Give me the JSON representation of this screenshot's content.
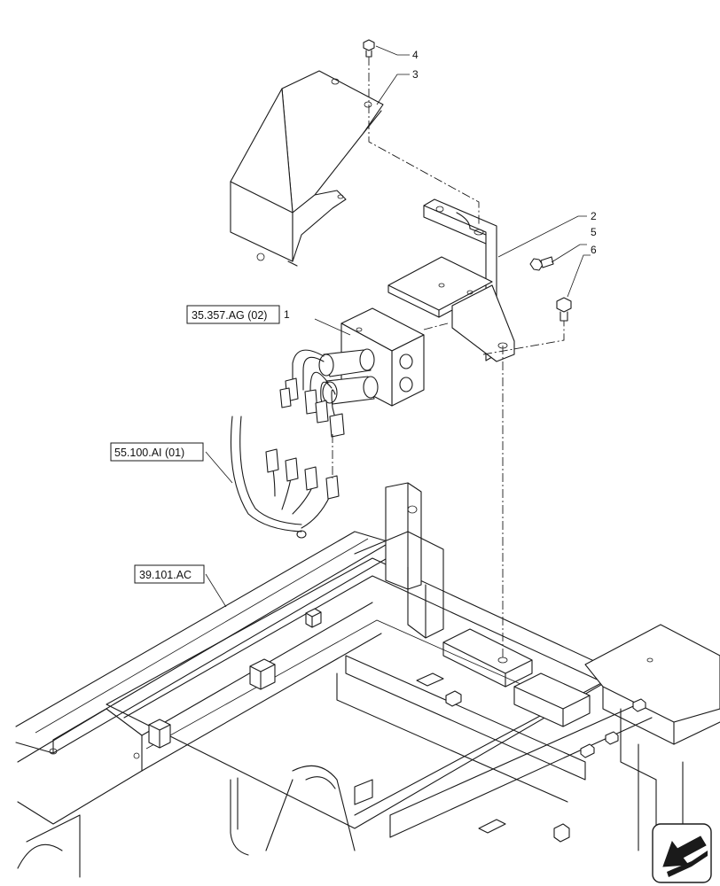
{
  "diagram": {
    "callouts": {
      "c1": "1",
      "c2": "2",
      "c3": "3",
      "c4": "4",
      "c5": "5",
      "c6": "6"
    },
    "references": {
      "r1": "35.357.AG (02)",
      "r2": "55.100.AI (01)",
      "r3": "39.101.AC"
    },
    "navigation_icon": "arrow-icon"
  }
}
